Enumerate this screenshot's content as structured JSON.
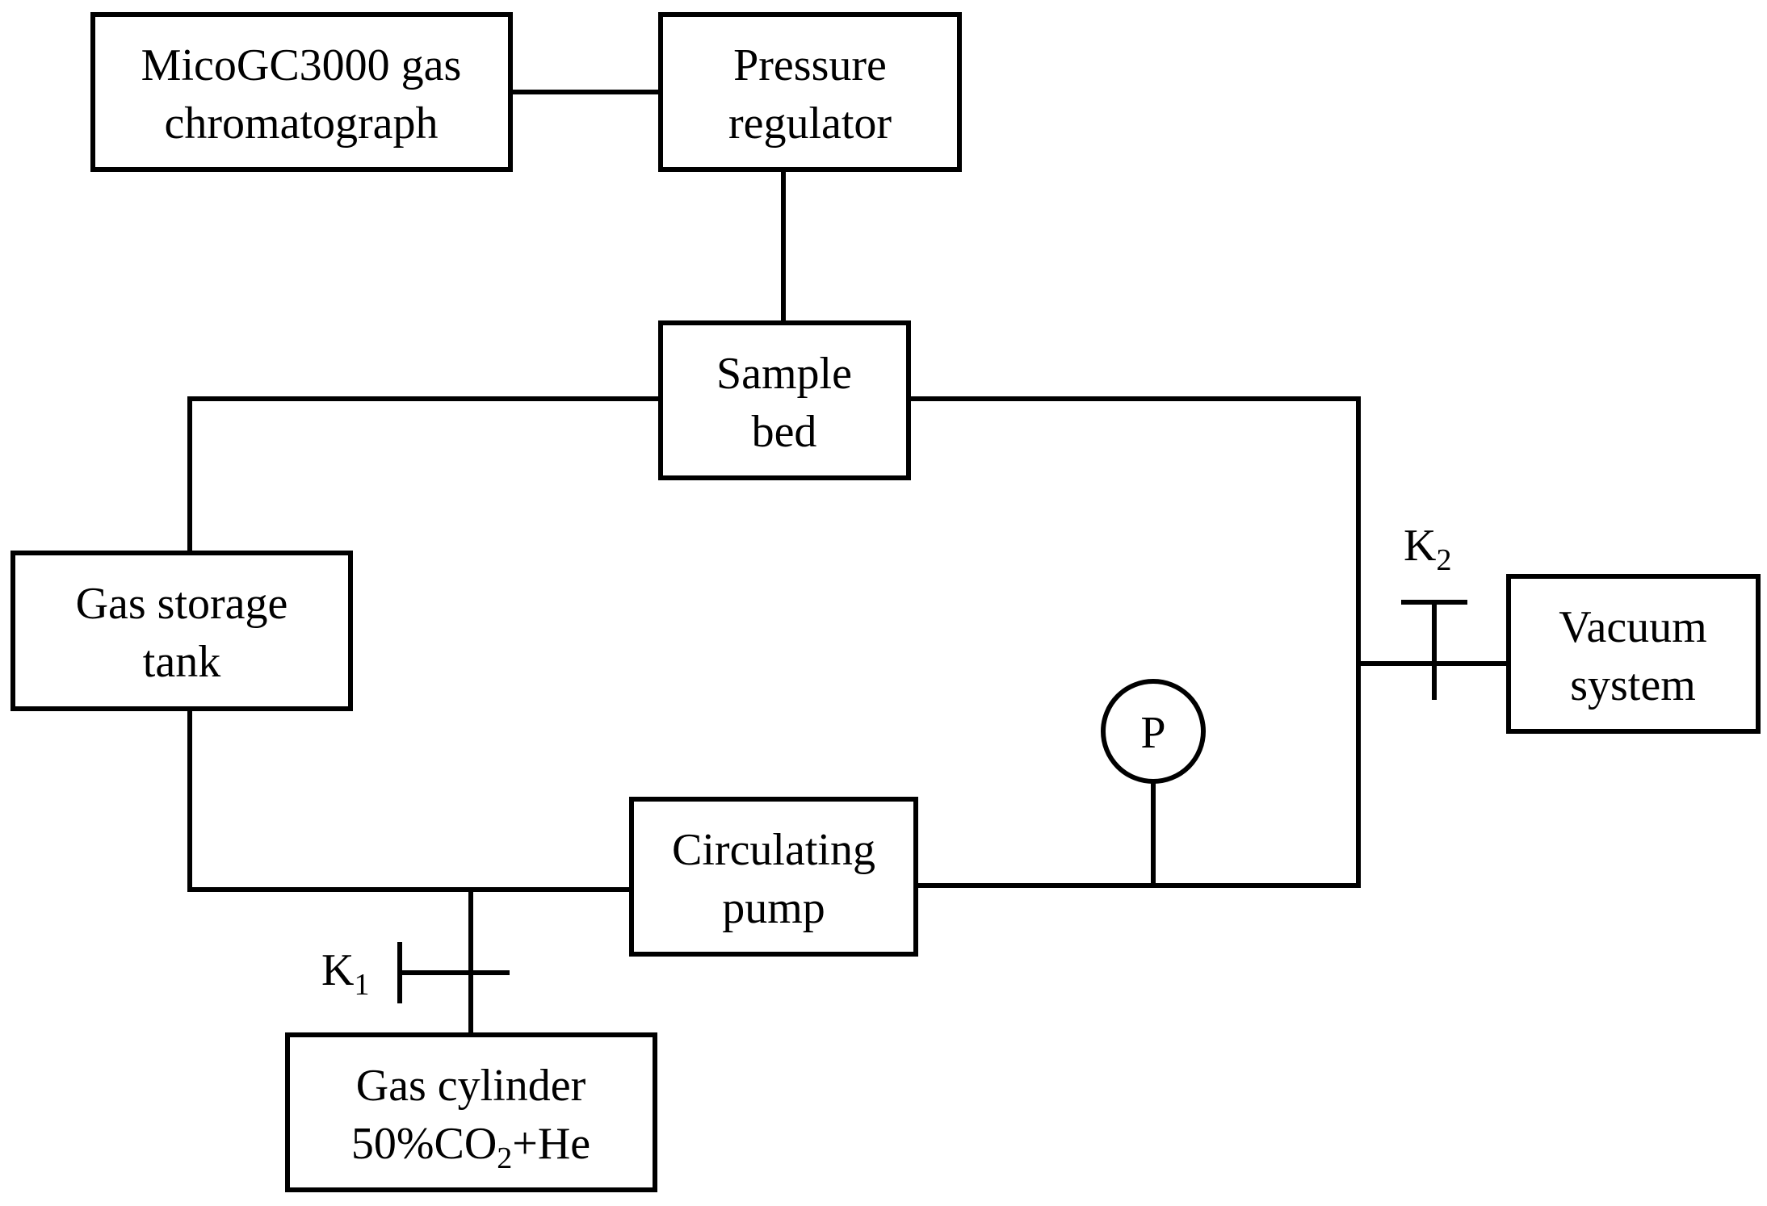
{
  "components": {
    "gas_chromatograph": {
      "line1": "MicoGC3000 gas",
      "line2": "chromatograph"
    },
    "pressure_regulator": {
      "line1": "Pressure",
      "line2": "regulator"
    },
    "sample_bed": {
      "line1": "Sample",
      "line2": "bed"
    },
    "gas_storage_tank": {
      "line1": "Gas storage",
      "line2": "tank"
    },
    "vacuum_system": {
      "line1": "Vacuum",
      "line2": "system"
    },
    "circulating_pump": {
      "line1": "Circulating",
      "line2": "pump"
    },
    "gas_cylinder": {
      "line1": "Gas cylinder",
      "line2_pre": "50%CO",
      "line2_sub": "2",
      "line2_post": "+He"
    }
  },
  "valves": {
    "k1": {
      "main": "K",
      "sub": "1"
    },
    "k2": {
      "main": "K",
      "sub": "2"
    }
  },
  "gauge": {
    "label": "P"
  }
}
